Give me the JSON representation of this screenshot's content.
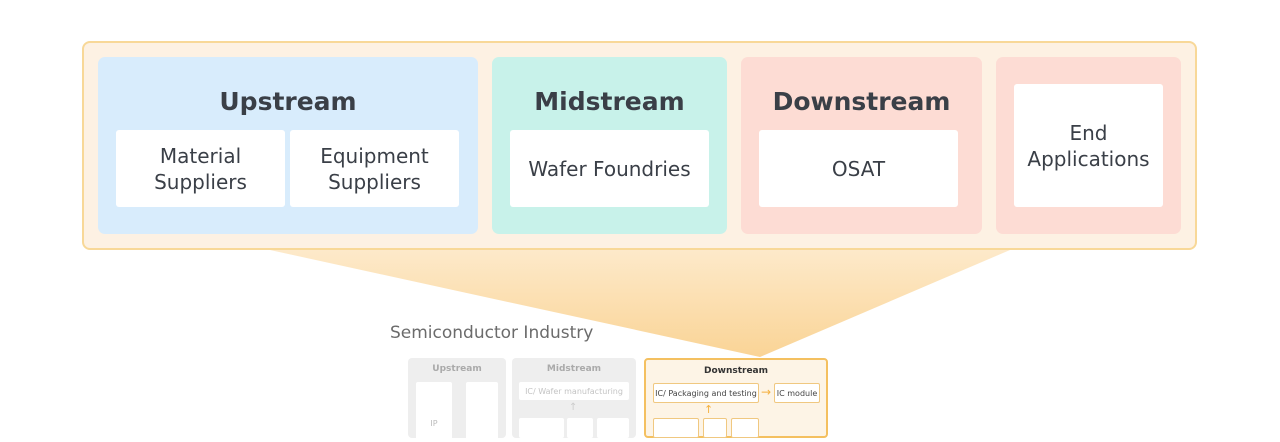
{
  "top": {
    "upstream": {
      "title": "Upstream",
      "items": [
        "Material Suppliers",
        "Equipment Suppliers"
      ]
    },
    "midstream": {
      "title": "Midstream",
      "items": [
        "Wafer Foundries"
      ]
    },
    "downstream": {
      "title": "Downstream",
      "items": [
        "OSAT"
      ]
    },
    "end": {
      "items": [
        "End Applications"
      ]
    }
  },
  "bottom": {
    "title": "Semiconductor Industry",
    "upstream": {
      "title": "Upstream",
      "ip": "IP"
    },
    "midstream": {
      "title": "Midstream",
      "item": "IC/ Wafer manufacturing"
    },
    "downstream": {
      "title": "Downstream",
      "item": "IC/ Packaging and testing",
      "module": "IC module"
    }
  },
  "colors": {
    "outer": "#fdf1e3",
    "upstream": "#d8ecfc",
    "midstream": "#c8f2ea",
    "downstream": "#fddcd4",
    "accent": "#f4c060"
  }
}
